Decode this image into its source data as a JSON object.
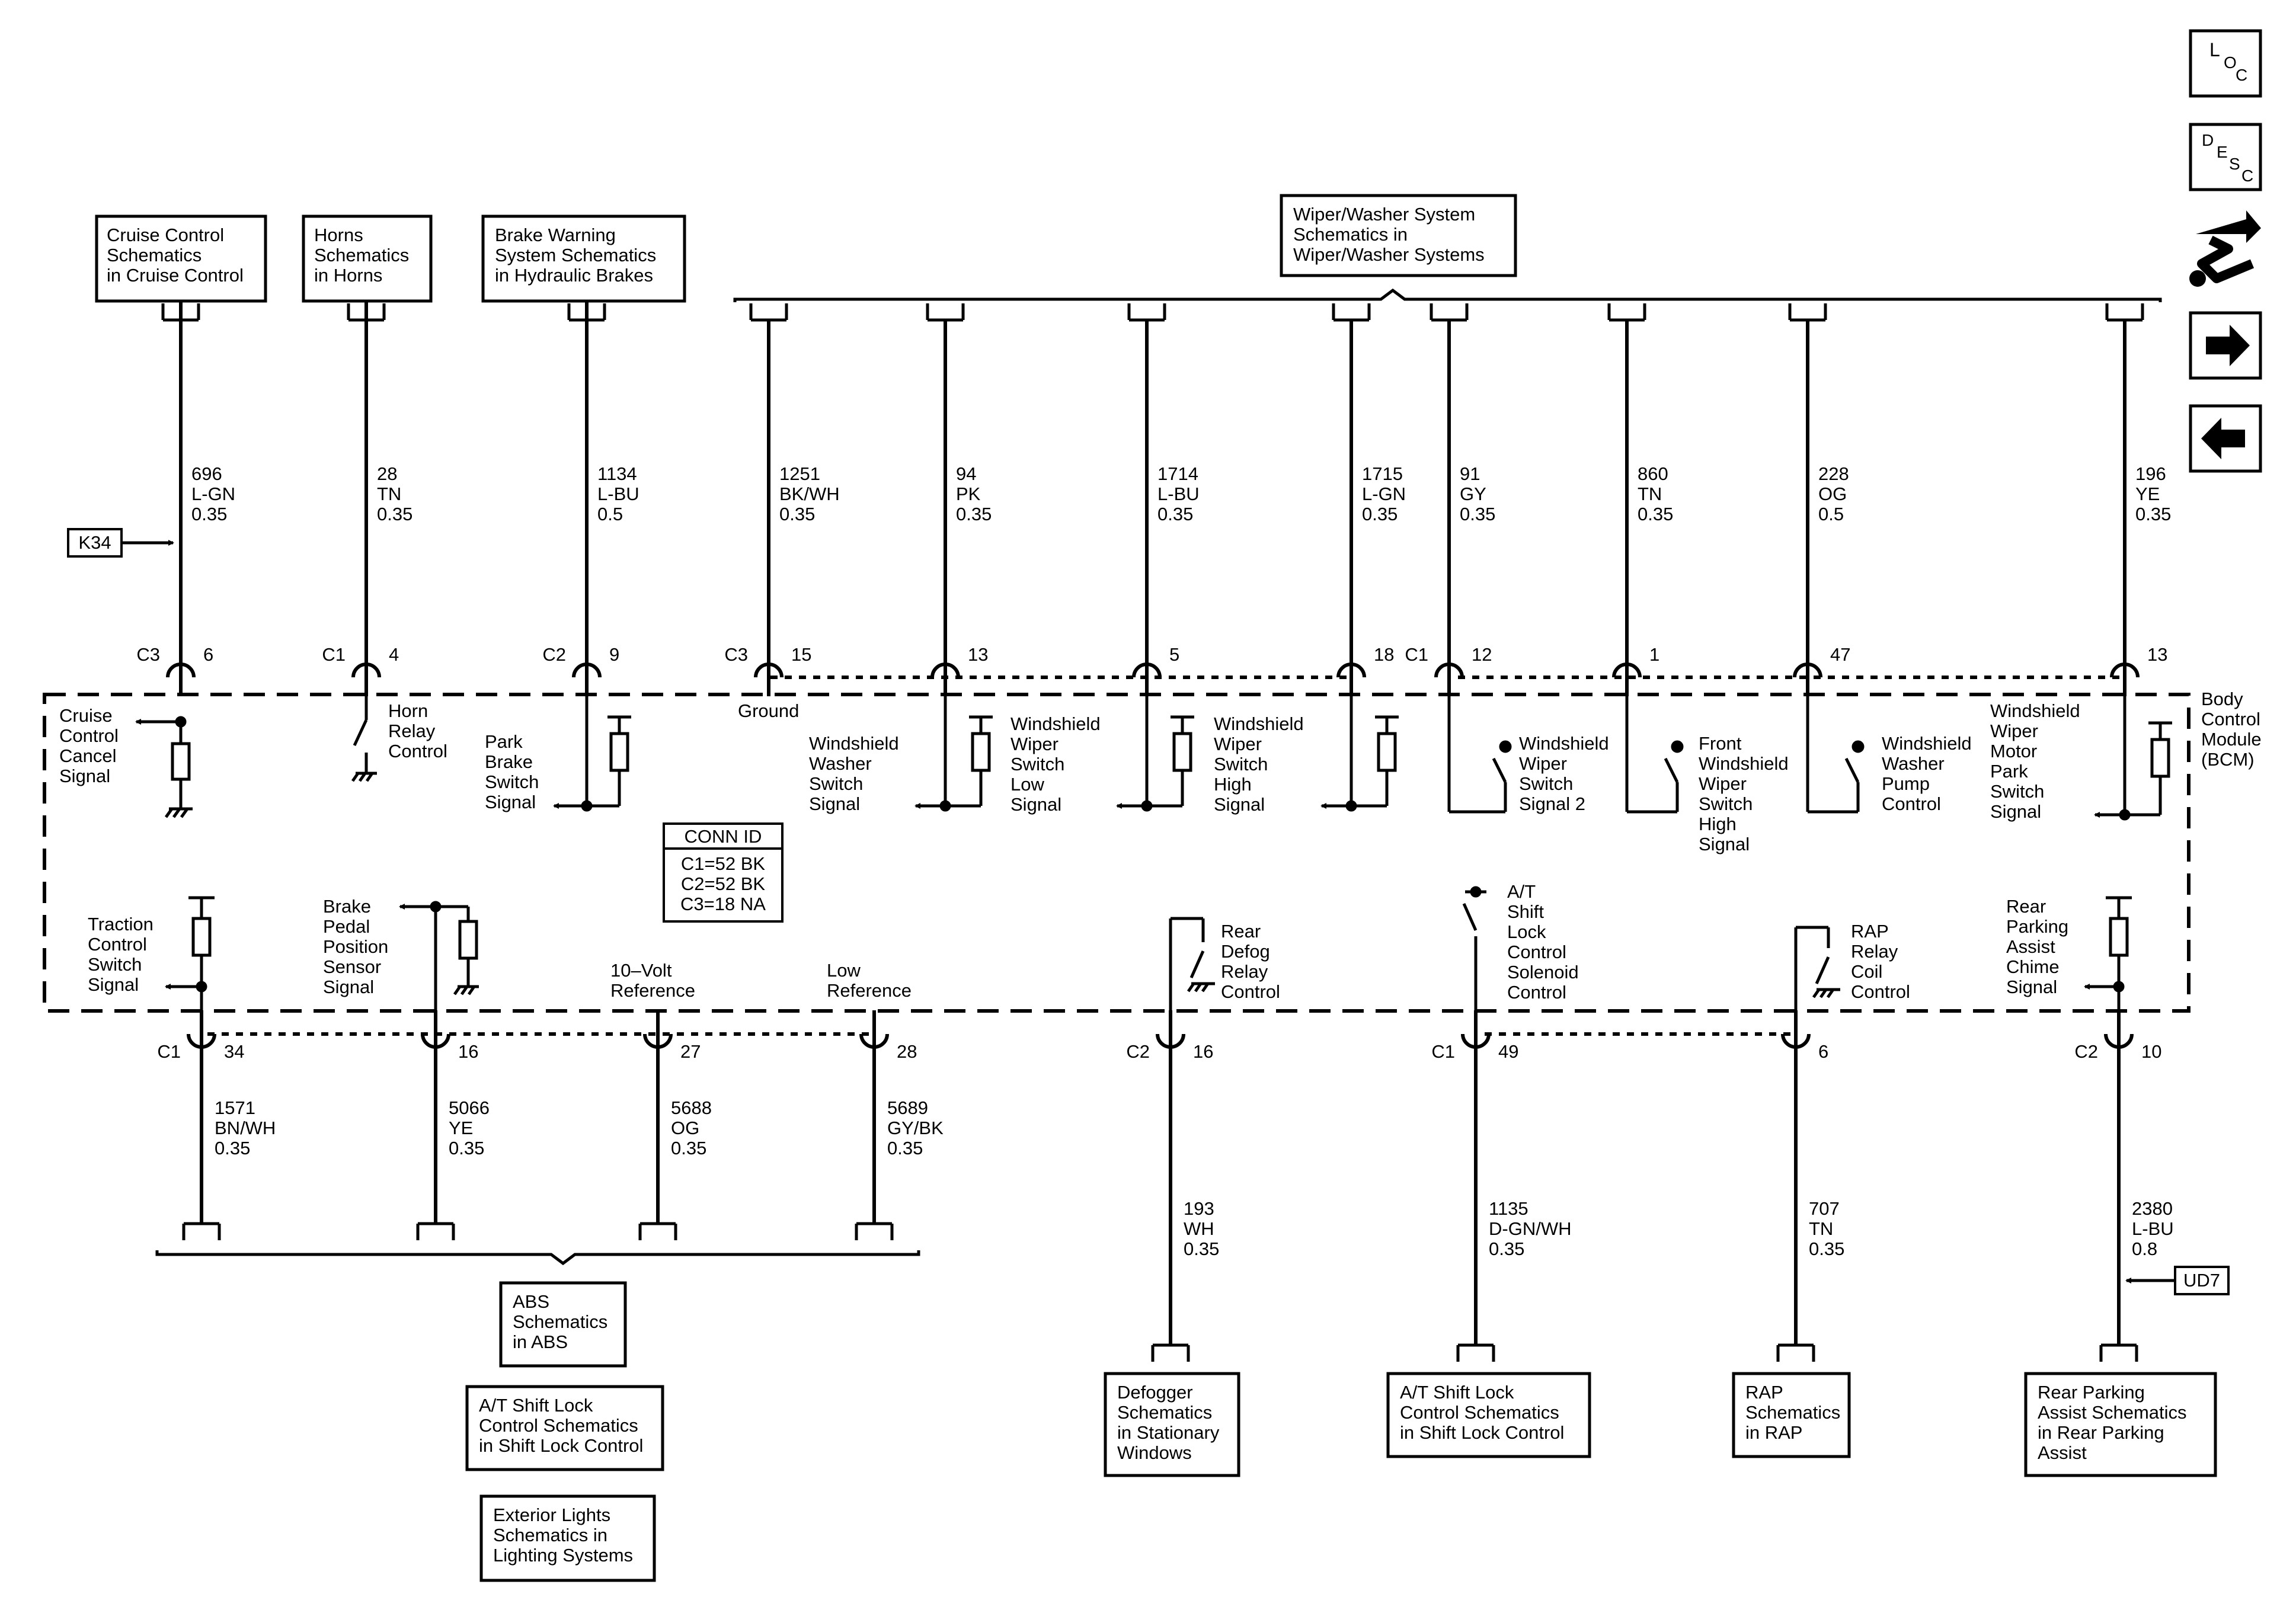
{
  "nav": {
    "loc": {
      "big": "L",
      "s1": "O",
      "s2": "C"
    },
    "desc": {
      "big": "D",
      "s1": "E",
      "s2": "S",
      "s3": "C"
    },
    "tools_icon": "wrench-arrows-icon",
    "next_icon": "arrow-right-icon",
    "prev_icon": "arrow-left-icon"
  },
  "module": {
    "name": [
      "Body",
      "Control",
      "Module",
      "(BCM)"
    ]
  },
  "conn_id": {
    "title": "CONN ID",
    "lines": [
      "C1=52 BK",
      "C2=52 BK",
      "C3=18 NA"
    ]
  },
  "options": {
    "k34": "K34",
    "ud7": "UD7"
  },
  "top_boxes": [
    {
      "lines": [
        "Cruise Control",
        "Schematics",
        "in Cruise Control"
      ]
    },
    {
      "lines": [
        "Horns",
        "Schematics",
        "in Horns"
      ]
    },
    {
      "lines": [
        "Brake Warning",
        "System Schematics",
        "in Hydraulic Brakes"
      ]
    },
    {
      "lines": [
        "Wiper/Washer System",
        "Schematics in",
        "Wiper/Washer Systems"
      ]
    }
  ],
  "top_circuits": [
    {
      "conn": "C3",
      "pin": "6",
      "wire": [
        "696",
        "L-GN",
        "0.35"
      ],
      "label": [
        "Cruise",
        "Control",
        "Cancel",
        "Signal"
      ]
    },
    {
      "conn": "C1",
      "pin": "4",
      "wire": [
        "28",
        "TN",
        "0.35"
      ],
      "label": [
        "Horn",
        "Relay",
        "Control"
      ]
    },
    {
      "conn": "C2",
      "pin": "9",
      "wire": [
        "1134",
        "L-BU",
        "0.5"
      ],
      "label": [
        "Park",
        "Brake",
        "Switch",
        "Signal"
      ]
    },
    {
      "conn": "C3",
      "pin": "15",
      "wire": [
        "1251",
        "BK/WH",
        "0.35"
      ],
      "label": [
        "Ground"
      ]
    },
    {
      "conn": "",
      "pin": "13",
      "wire": [
        "94",
        "PK",
        "0.35"
      ],
      "label": [
        "Windshield",
        "Washer",
        "Switch",
        "Signal"
      ]
    },
    {
      "conn": "",
      "pin": "5",
      "wire": [
        "1714",
        "L-BU",
        "0.35"
      ],
      "label": [
        "Windshield",
        "Wiper",
        "Switch",
        "Low",
        "Signal"
      ]
    },
    {
      "conn": "",
      "pin": "18",
      "wire": [
        "1715",
        "L-GN",
        "0.35"
      ],
      "label": [
        "Windshield",
        "Wiper",
        "Switch",
        "High",
        "Signal"
      ]
    },
    {
      "conn": "C1",
      "pin": "12",
      "wire": [
        "91",
        "GY",
        "0.35"
      ],
      "label": [
        "Windshield",
        "Wiper",
        "Switch",
        "Signal 2"
      ]
    },
    {
      "conn": "",
      "pin": "1",
      "wire": [
        "860",
        "TN",
        "0.35"
      ],
      "label": [
        "Front",
        "Windshield",
        "Wiper",
        "Switch",
        "High",
        "Signal"
      ]
    },
    {
      "conn": "",
      "pin": "47",
      "wire": [
        "228",
        "OG",
        "0.5"
      ],
      "label": [
        "Windshield",
        "Washer",
        "Pump",
        "Control"
      ]
    },
    {
      "conn": "",
      "pin": "13",
      "wire": [
        "196",
        "YE",
        "0.35"
      ],
      "label": [
        "Windshield",
        "Wiper",
        "Motor",
        "Park",
        "Switch",
        "Signal"
      ]
    }
  ],
  "bottom_circuits": [
    {
      "conn": "C1",
      "pin": "34",
      "wire": [
        "1571",
        "BN/WH",
        "0.35"
      ],
      "label": [
        "Traction",
        "Control",
        "Switch",
        "Signal"
      ]
    },
    {
      "conn": "",
      "pin": "16",
      "wire": [
        "5066",
        "YE",
        "0.35"
      ],
      "label": [
        "Brake",
        "Pedal",
        "Position",
        "Sensor",
        "Signal"
      ]
    },
    {
      "conn": "",
      "pin": "27",
      "wire": [
        "5688",
        "OG",
        "0.35"
      ],
      "label": [
        "10–Volt",
        "Reference"
      ]
    },
    {
      "conn": "",
      "pin": "28",
      "wire": [
        "5689",
        "GY/BK",
        "0.35"
      ],
      "label": [
        "Low",
        "Reference"
      ]
    },
    {
      "conn": "C2",
      "pin": "16",
      "wire": [
        "193",
        "WH",
        "0.35"
      ],
      "label": [
        "Rear",
        "Defog",
        "Relay",
        "Control"
      ]
    },
    {
      "conn": "C1",
      "pin": "49",
      "wire": [
        "1135",
        "D-GN/WH",
        "0.35"
      ],
      "label": [
        "A/T",
        "Shift",
        "Lock",
        "Control",
        "Solenoid",
        "Control"
      ]
    },
    {
      "conn": "",
      "pin": "6",
      "wire": [
        "707",
        "TN",
        "0.35"
      ],
      "label": [
        "RAP",
        "Relay",
        "Coil",
        "Control"
      ]
    },
    {
      "conn": "C2",
      "pin": "10",
      "wire": [
        "2380",
        "L-BU",
        "0.8"
      ],
      "label": [
        "Rear",
        "Parking",
        "Assist",
        "Chime",
        "Signal"
      ]
    }
  ],
  "bottom_boxes": [
    {
      "lines": [
        "ABS",
        "Schematics",
        "in ABS"
      ]
    },
    {
      "lines": [
        "A/T Shift Lock",
        "Control Schematics",
        "in Shift Lock Control"
      ]
    },
    {
      "lines": [
        "Exterior Lights",
        "Schematics in",
        "Lighting Systems"
      ]
    },
    {
      "lines": [
        "Defogger",
        "Schematics",
        "in Stationary",
        "Windows"
      ]
    },
    {
      "lines": [
        "A/T Shift Lock",
        "Control Schematics",
        "in Shift Lock Control"
      ]
    },
    {
      "lines": [
        "RAP",
        "Schematics",
        "in RAP"
      ]
    },
    {
      "lines": [
        "Rear Parking",
        "Assist Schematics",
        "in Rear Parking",
        "Assist"
      ]
    }
  ]
}
